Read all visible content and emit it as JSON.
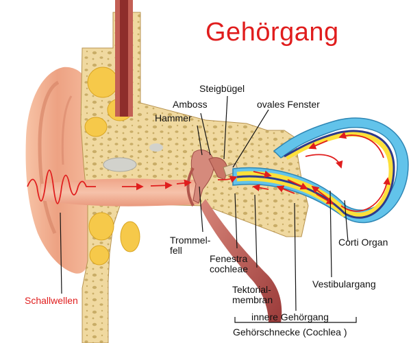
{
  "title": "Gehörgang",
  "labels": {
    "steigbuegel": "Steigbügel",
    "amboss": "Amboss",
    "hammer": "Hammer",
    "ovales_fenster": "ovales Fenster",
    "trommelfell_1": "Trommel-",
    "trommelfell_2": "fell",
    "fenestra_1": "Fenestra",
    "fenestra_2": "cochleae",
    "tektorial_1": "Tektorial-",
    "tektorial_2": "membran",
    "corti_organ": "Corti Organ",
    "vestibulargang": "Vestibulargang",
    "schallwellen": "Schallwellen",
    "innere_gehoergang": "innere Gehörgang",
    "gehoerschnecke": "Gehörschnecke (Cochlea )"
  },
  "colors": {
    "title": "#e01d1d",
    "arrows": "#e01d1d",
    "skin": "#f2b597",
    "bone": "#f0d9a0",
    "fat": "#f6c94a",
    "cochlea_outer": "#62c3ea",
    "cochlea_inner": "#fde03a",
    "duct": "#2e3a8a"
  }
}
